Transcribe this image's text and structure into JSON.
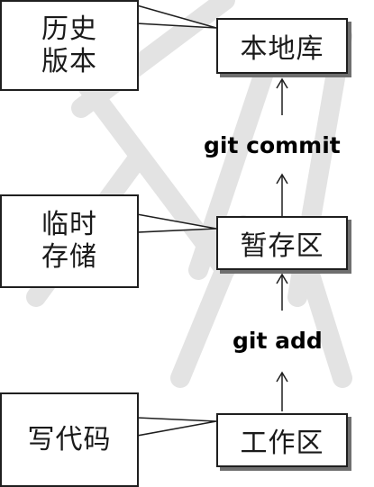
{
  "stages": {
    "repository": "本地库",
    "staging": "暂存区",
    "workspace": "工作区"
  },
  "callouts": {
    "history": {
      "line1": "历史",
      "line2": "版本"
    },
    "temp": {
      "line1": "临时",
      "line2": "存储"
    },
    "write": {
      "line1": "写代码"
    }
  },
  "commands": {
    "commit": "git commit",
    "add": "git add"
  },
  "colors": {
    "line": "#1f1f1f",
    "shadow": "#6f6f6f",
    "watermark": "#d9d9d9"
  }
}
